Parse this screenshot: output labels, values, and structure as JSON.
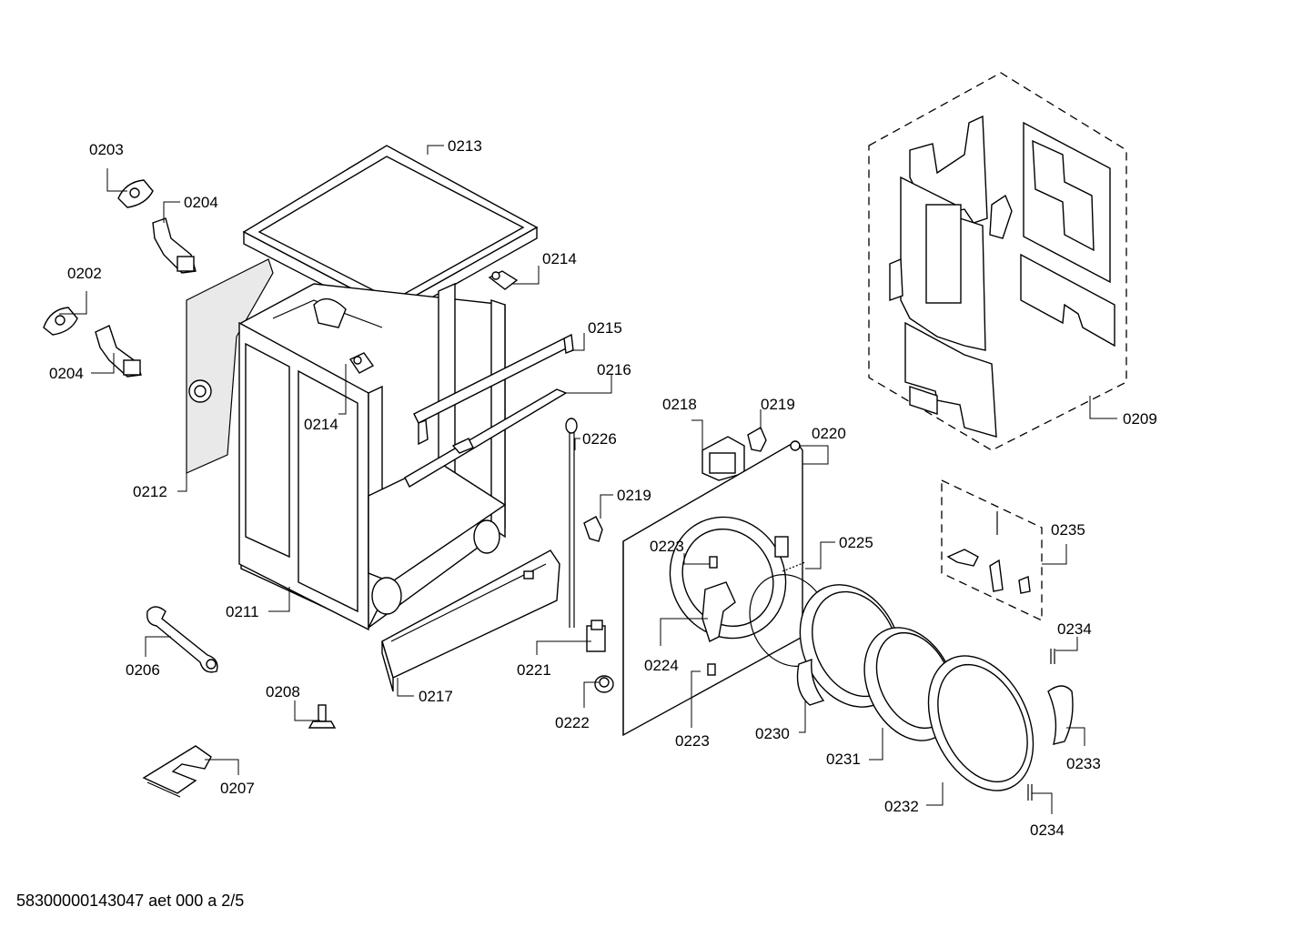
{
  "labels": {
    "l0203": "0203",
    "l0204a": "0204",
    "l0202": "0202",
    "l0204b": "0204",
    "l0212": "0212",
    "l0213": "0213",
    "l0214a": "0214",
    "l0214b": "0214",
    "l0215": "0215",
    "l0216": "0216",
    "l0211": "0211",
    "l0217": "0217",
    "l0206": "0206",
    "l0208": "0208",
    "l0207": "0207",
    "l0226": "0226",
    "l0219a": "0219",
    "l0221": "0221",
    "l0222": "0222",
    "l0218": "0218",
    "l0219b": "0219",
    "l0220": "0220",
    "l0223a": "0223",
    "l0224": "0224",
    "l0223b": "0223",
    "l0225": "0225",
    "l0230": "0230",
    "l0231": "0231",
    "l0232": "0232",
    "l0233": "0233",
    "l0234a": "0234",
    "l0234b": "0234",
    "l0235": "0235",
    "l0209": "0209"
  },
  "footer": "58300000143047 aet 000 a 2/5"
}
